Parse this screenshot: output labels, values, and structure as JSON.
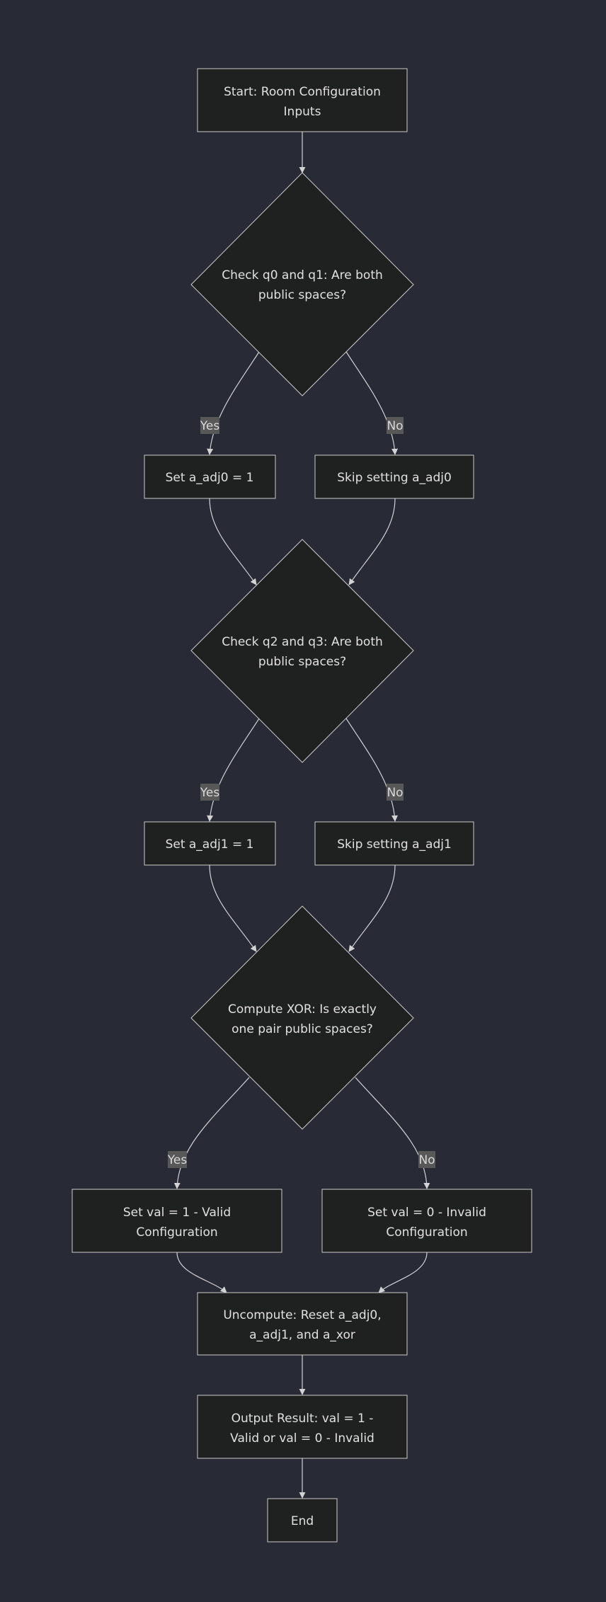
{
  "nodes": {
    "start": [
      "Start: Room Configuration",
      "Inputs"
    ],
    "check1": [
      "Check q0 and q1: Are both",
      "public spaces?"
    ],
    "set_adj0": [
      "Set a_adj0 = 1"
    ],
    "skip_adj0": [
      "Skip setting a_adj0"
    ],
    "check2": [
      "Check q2 and q3: Are both",
      "public spaces?"
    ],
    "set_adj1": [
      "Set a_adj1 = 1"
    ],
    "skip_adj1": [
      "Skip setting a_adj1"
    ],
    "xor": [
      "Compute XOR: Is exactly",
      "one pair public spaces?"
    ],
    "valid": [
      "Set val = 1 - Valid",
      "Configuration"
    ],
    "invalid": [
      "Set val = 0 - Invalid",
      "Configuration"
    ],
    "uncompute": [
      "Uncompute: Reset a_adj0,",
      "a_adj1, and a_xor"
    ],
    "output": [
      "Output Result: val = 1 -",
      "Valid or val = 0 - Invalid"
    ],
    "end": [
      "End"
    ]
  },
  "edge_labels": {
    "yes": "Yes",
    "no": "No"
  }
}
